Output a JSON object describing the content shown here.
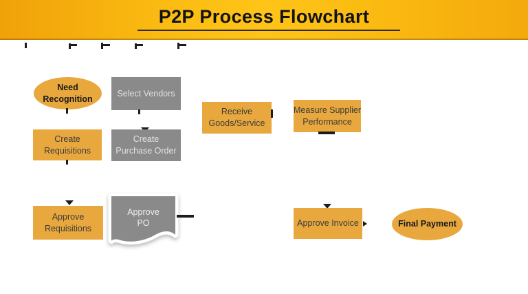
{
  "title": "P2P Process Flowchart",
  "theme": {
    "header_gradient_left": "#F0A109",
    "header_gradient_center": "#FFC418",
    "header_gradient_right": "#F4A90C",
    "node_orange": "#E9A83E",
    "node_gray": "#8A8A8A",
    "dark_text": "#3C3C3C",
    "light_text": "#E2E2E2",
    "title_color": "#131313",
    "connector_color": "#1C1C1C",
    "background": "#FFFFFF"
  },
  "nodes": {
    "need_recognition": {
      "line1": "Need",
      "line2": "Recognition",
      "shape": "ellipse",
      "color": "orange"
    },
    "select_vendors": {
      "line1": "Select Vendors",
      "shape": "rect",
      "color": "gray"
    },
    "create_requisitions": {
      "line1": "Create",
      "line2": "Requisitions",
      "shape": "rect",
      "color": "orange"
    },
    "create_purchase_order": {
      "line1": "Create",
      "line2": "Purchase Order",
      "shape": "rect",
      "color": "gray"
    },
    "receive_goods": {
      "line1": "Receive",
      "line2": "Goods/Service",
      "shape": "rect",
      "color": "orange"
    },
    "measure_supplier": {
      "line1": "Measure Supplier",
      "line2": "Performance",
      "shape": "rect",
      "color": "orange"
    },
    "approve_requisitions": {
      "line1": "Approve",
      "line2": "Requisitions",
      "shape": "rect",
      "color": "orange"
    },
    "approve_po": {
      "line1": "Approve",
      "line2": "PO",
      "shape": "document",
      "color": "gray"
    },
    "approve_invoice": {
      "line1": "Approve Invoice",
      "shape": "rect",
      "color": "orange"
    },
    "final_payment": {
      "line1": "Final Payment",
      "shape": "ellipse",
      "color": "orange"
    }
  }
}
